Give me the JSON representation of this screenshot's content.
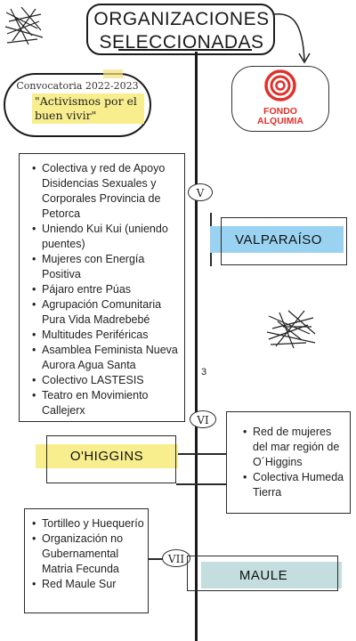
{
  "header": {
    "title_line1": "ORGANIZACIONES",
    "title_line2": "SELECCIONADAS"
  },
  "convocatoria": {
    "label": "Convocatoria 2022-2023",
    "quote_line1": "\"Activismos por el",
    "quote_line2": "buen vivir\""
  },
  "logo": {
    "line1": "FONDO",
    "line2": "ALQUIMIA",
    "brand_color": "#e0302a",
    "icon": "spiral-icon"
  },
  "timeline_mark": "3",
  "regions": [
    {
      "numeral": "V",
      "name": "VALPARAÍSO",
      "band_color": "#9ad3f2",
      "organizations": [
        "Colectiva y red de Apoyo Disidencias Sexuales y Corporales Provincia de Petorca",
        "Uniendo Kui Kui (uniendo puentes)",
        "Mujeres con Energía Positiva",
        "Pájaro entre Púas",
        "Agrupación Comunitaria Pura Vida Madrebebé",
        "Multitudes Periféricas",
        "Asamblea Feminista Nueva Aurora Agua Santa",
        "Colectivo LASTESIS",
        "Teatro en Movimiento Callejerx"
      ]
    },
    {
      "numeral": "VI",
      "name": "O'HIGGINS",
      "band_color": "#f8ee8e",
      "organizations": [
        "Red de mujeres del mar región de O´Higgins",
        "Colectiva Humeda Tierra"
      ]
    },
    {
      "numeral": "VII",
      "name": "MAULE",
      "band_color": "#c4dedf",
      "organizations": [
        "Tortilleo y Huequerío",
        "Organización no Gubernamental Matria Fecunda",
        "Red Maule Sur"
      ]
    }
  ]
}
